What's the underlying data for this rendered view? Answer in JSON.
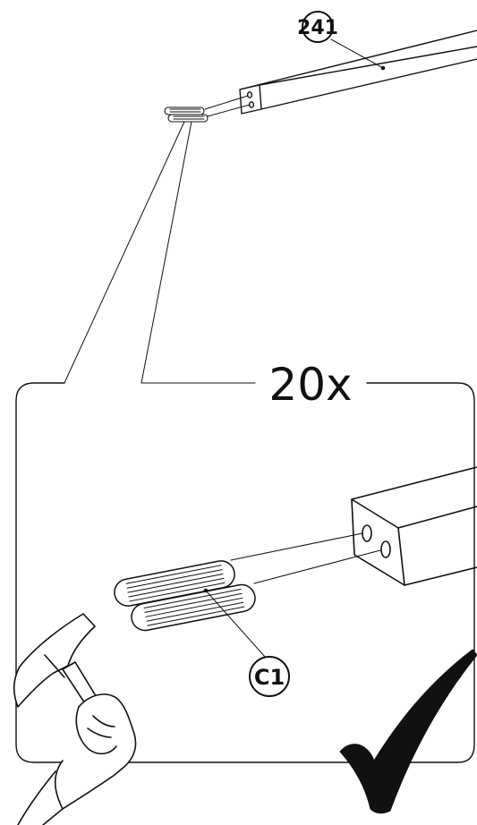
{
  "part_label_rail": "241",
  "part_label_dowel": "C1",
  "quantity": "20x",
  "icons": [
    "hammer-icon",
    "checkmark-icon"
  ],
  "colors": {
    "ink": "#111111",
    "fill": "#ffffff"
  }
}
